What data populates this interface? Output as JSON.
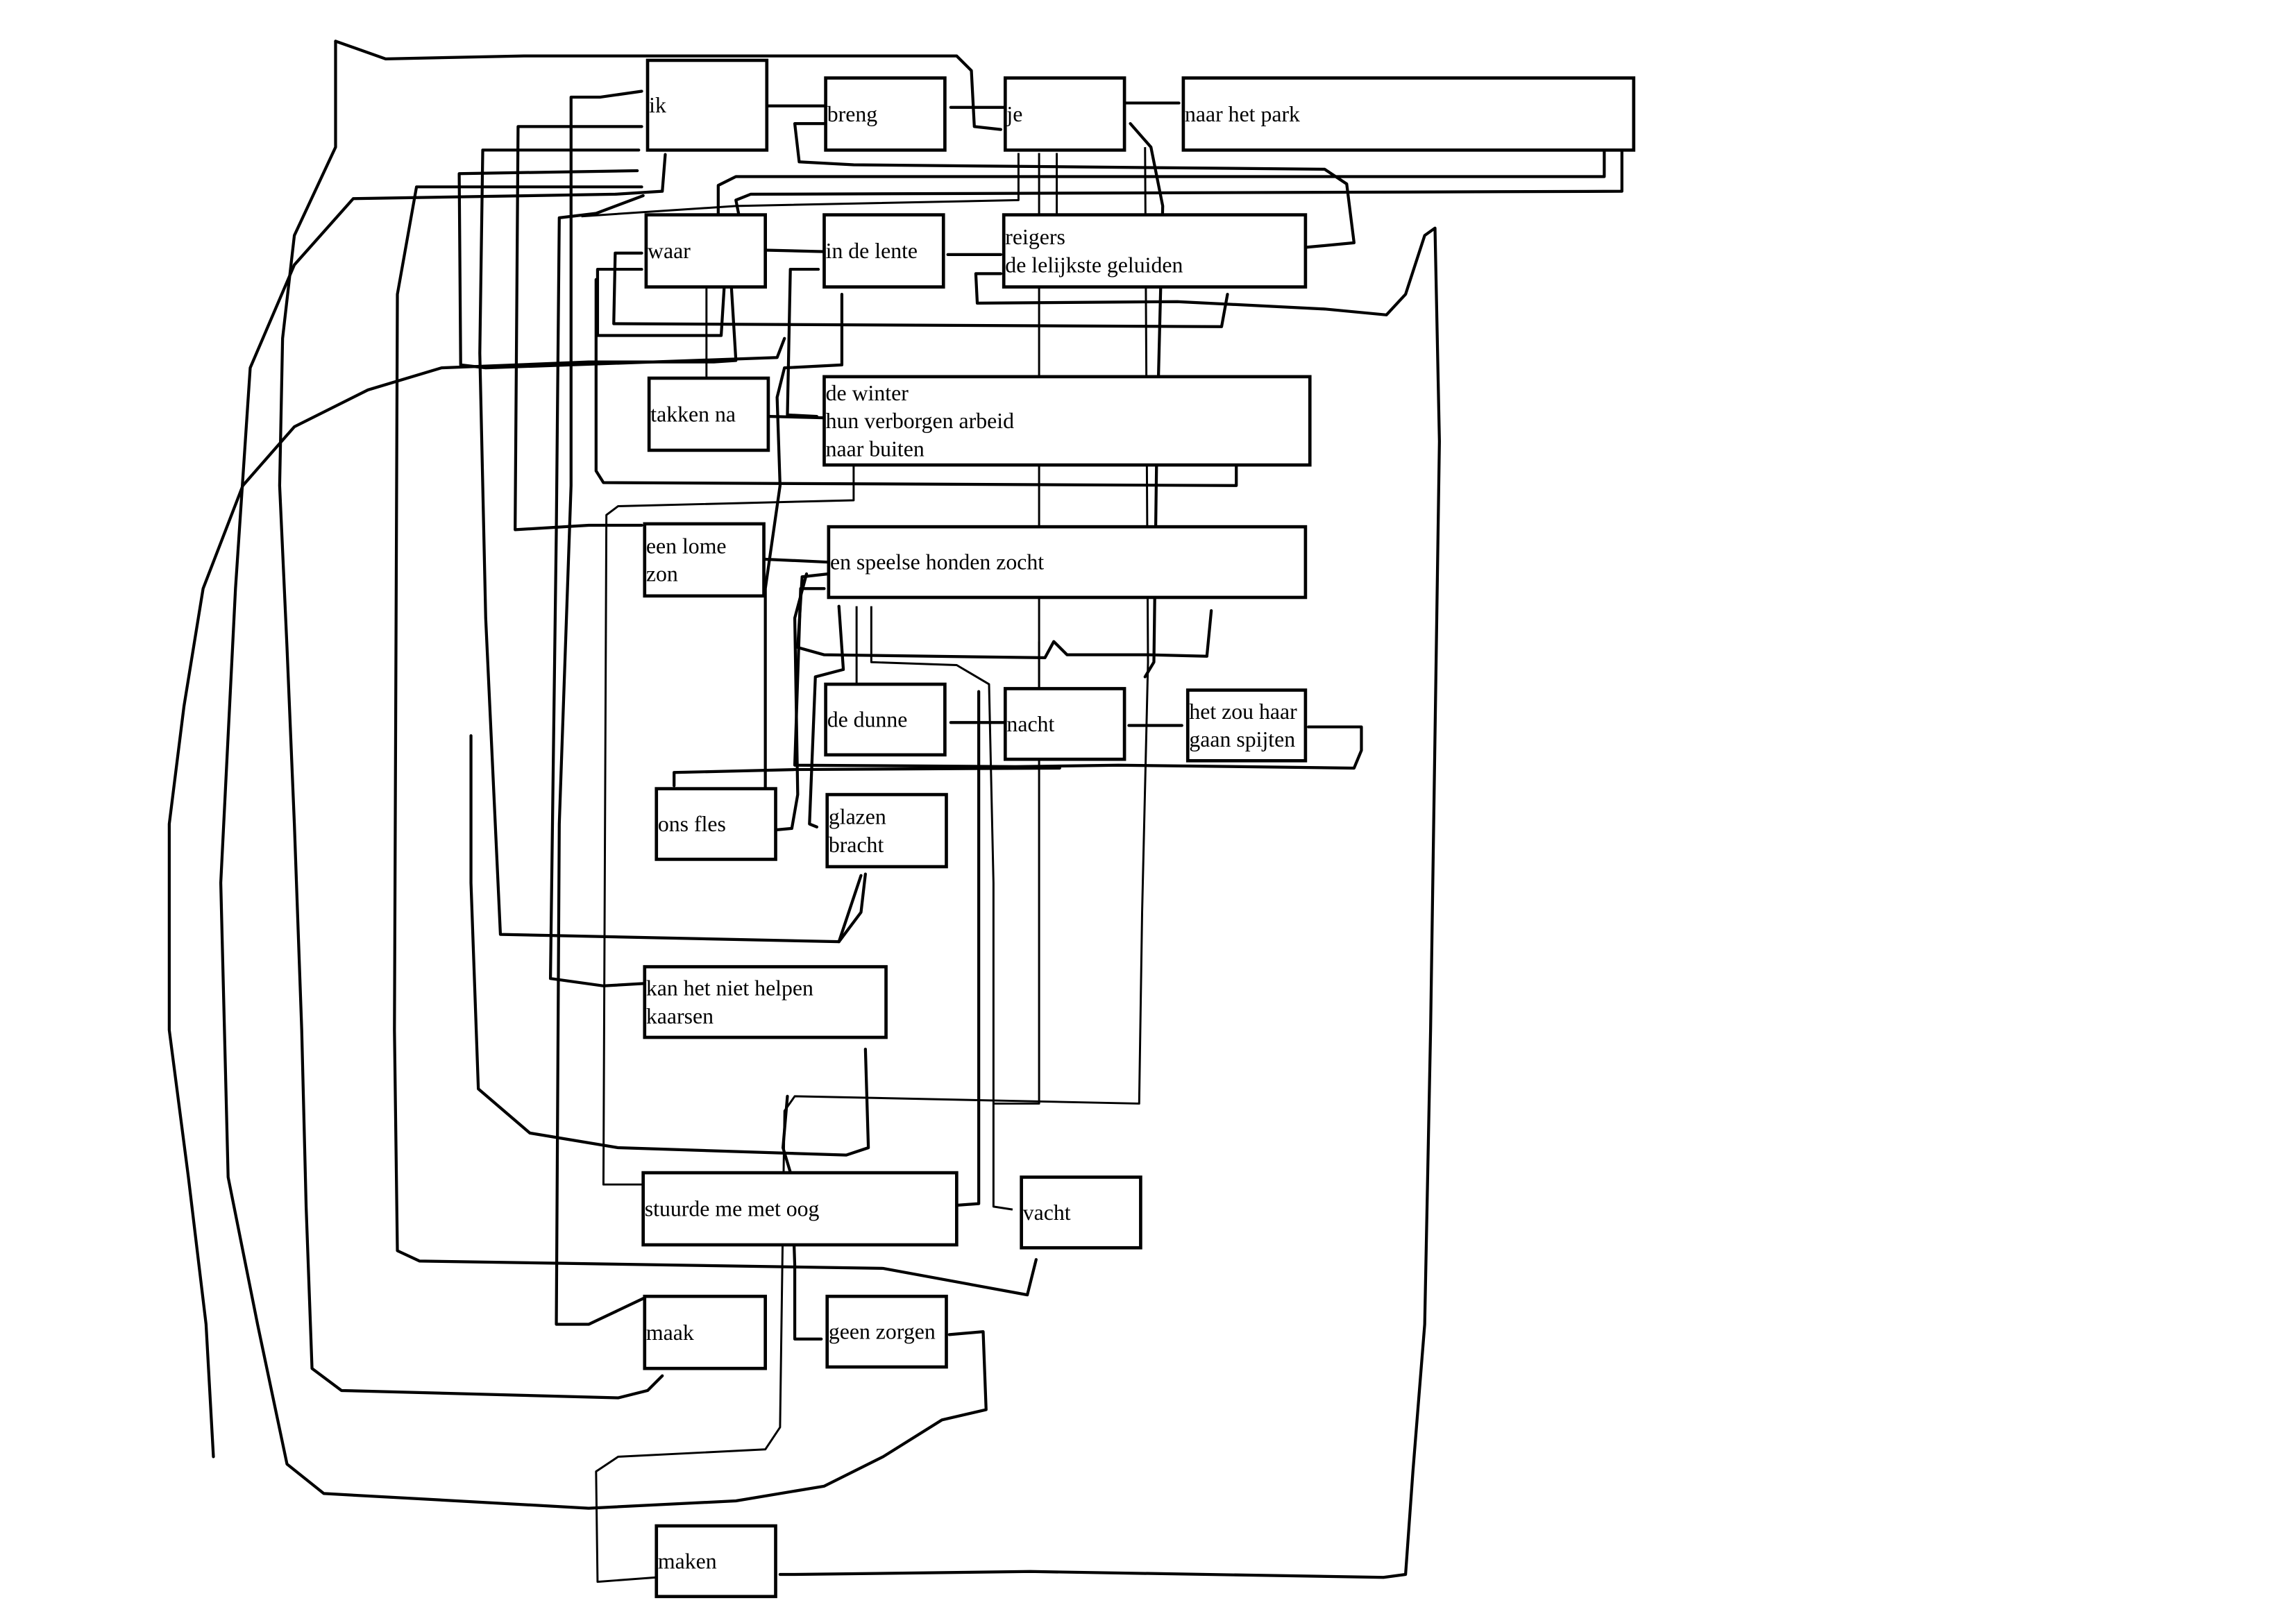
{
  "diagram": {
    "type": "hand-drawn word dependency diagram",
    "nodes": [
      {
        "id": "ik",
        "lines": [
          "ik"
        ]
      },
      {
        "id": "breng",
        "lines": [
          "breng"
        ]
      },
      {
        "id": "je",
        "lines": [
          "je"
        ]
      },
      {
        "id": "naar-het-park",
        "lines": [
          "naar het park"
        ]
      },
      {
        "id": "waar",
        "lines": [
          "waar"
        ]
      },
      {
        "id": "in-de-lente",
        "lines": [
          "in de lente"
        ]
      },
      {
        "id": "reigers",
        "lines": [
          "reigers",
          "de lelijkste geluiden"
        ]
      },
      {
        "id": "takken-na",
        "lines": [
          "takken na"
        ]
      },
      {
        "id": "de-winter",
        "lines": [
          "de winter",
          "hun verborgen arbeid",
          "naar buiten"
        ]
      },
      {
        "id": "een-lome-zon",
        "lines": [
          "een lome",
          "zon"
        ]
      },
      {
        "id": "en-speelse-honden-zocht",
        "lines": [
          "en speelse honden zocht"
        ]
      },
      {
        "id": "de-dunne",
        "lines": [
          "de dunne"
        ]
      },
      {
        "id": "nacht",
        "lines": [
          "nacht"
        ]
      },
      {
        "id": "het-zou-haar",
        "lines": [
          "het zou haar",
          "gaan spijten"
        ]
      },
      {
        "id": "ons-fles",
        "lines": [
          "ons fles"
        ]
      },
      {
        "id": "glazen-bracht",
        "lines": [
          "glazen",
          "bracht"
        ]
      },
      {
        "id": "kan-het-niet-helpen",
        "lines": [
          "kan het niet helpen",
          "kaarsen"
        ]
      },
      {
        "id": "stuurde-me-met-oog",
        "lines": [
          "stuurde me met oog"
        ]
      },
      {
        "id": "vacht",
        "lines": [
          "vacht"
        ]
      },
      {
        "id": "maak",
        "lines": [
          "maak"
        ]
      },
      {
        "id": "geen-zorgen",
        "lines": [
          "geen zorgen"
        ]
      },
      {
        "id": "maken",
        "lines": [
          "maken"
        ]
      }
    ]
  }
}
